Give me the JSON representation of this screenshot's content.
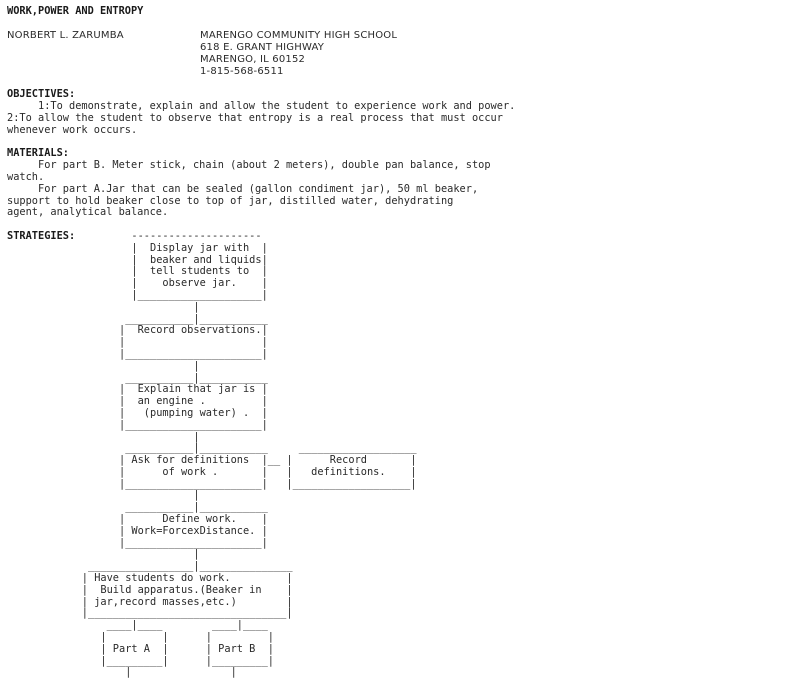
{
  "title": "WORK,POWER AND ENTROPY",
  "author": "NORBERT L. ZARUMBA",
  "school": {
    "name": "MARENGO COMMUNITY HIGH SCHOOL",
    "street": "618 E. GRANT HIGHWAY",
    "city": "MARENGO, IL 60152",
    "phone": "1-815-568-6511"
  },
  "objectives": {
    "heading": "OBJECTIVES:",
    "lines": [
      "     1:To demonstrate, explain and allow the student to experience work and power.",
      "2:To allow the student to observe that entropy is a real process that must occur",
      "whenever work occurs."
    ]
  },
  "materials": {
    "heading": "MATERIALS:",
    "lines": [
      "     For part B. Meter stick, chain (about 2 meters), double pan balance, stop",
      "watch.",
      "     For part A.Jar that can be sealed (gallon condiment jar), 50 ml beaker,",
      "support to hold beaker close to top of jar, distilled water, dehydrating",
      "agent, analytical balance."
    ]
  },
  "strategies": {
    "heading": "STRATEGIES:",
    "flowchart": [
      "            ---------------------",
      "            |  Display jar with  |",
      "            |  beaker and liquids|",
      "            |  tell students to  |",
      "            |    observe jar.    |",
      "            |____________________|",
      "                      |",
      "           ___________|___________",
      "          |  Record observations.|",
      "          |                      |",
      "          |______________________|",
      "                      |",
      "           ___________|___________",
      "          |  Explain that jar is |",
      "          |  an engine .         |",
      "          |   (pumping water) .  |",
      "          |______________________|",
      "                      |",
      "           ___________|___________     ___________________",
      "          | Ask for definitions  |__ |      Record       |",
      "          |      of work .       |   |   definitions.    |",
      "          |______________________|   |___________________|",
      "                      |",
      "           ___________|___________",
      "          |      Define work.    |",
      "          | Work=ForcexDistance. |",
      "          |______________________|",
      "                      |",
      "     _________________|_______________",
      "    | Have students do work.         |",
      "    |  Build apparatus.(Beaker in    |",
      "    | jar,record masses,etc.)        |",
      "    |________________________________|",
      "        ____|____        ____|____",
      "       |         |      |         |",
      "       | Part A  |      | Part B  |",
      "       |_________|      |_________|",
      "           |                |"
    ]
  }
}
